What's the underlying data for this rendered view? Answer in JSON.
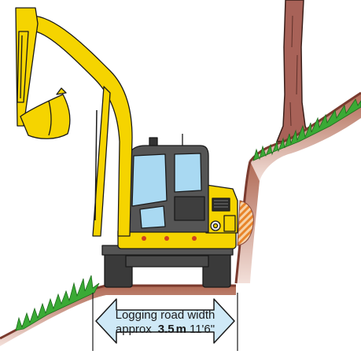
{
  "figure": {
    "width_label_line1": "Logging road width",
    "width_label_prefix": "approx",
    "width_value": "3.5",
    "width_unit": "m",
    "width_imperial": "11'6\""
  },
  "colors": {
    "machine_yellow": "#f5d400",
    "machine_outline": "#1a1a1a",
    "glass": "#a9d9f2",
    "cab_grey": "#555555",
    "track_grey": "#3a3a3a",
    "ground": "#8c4a3a",
    "tree_trunk": "#9c5a50",
    "grass": "#3aaa35",
    "arrow_fill": "#cfe9f7",
    "hatch_orange": "#e8842a"
  },
  "icons": [
    "excavator-illustration",
    "tree-illustration",
    "grass-tuft",
    "width-arrow"
  ]
}
